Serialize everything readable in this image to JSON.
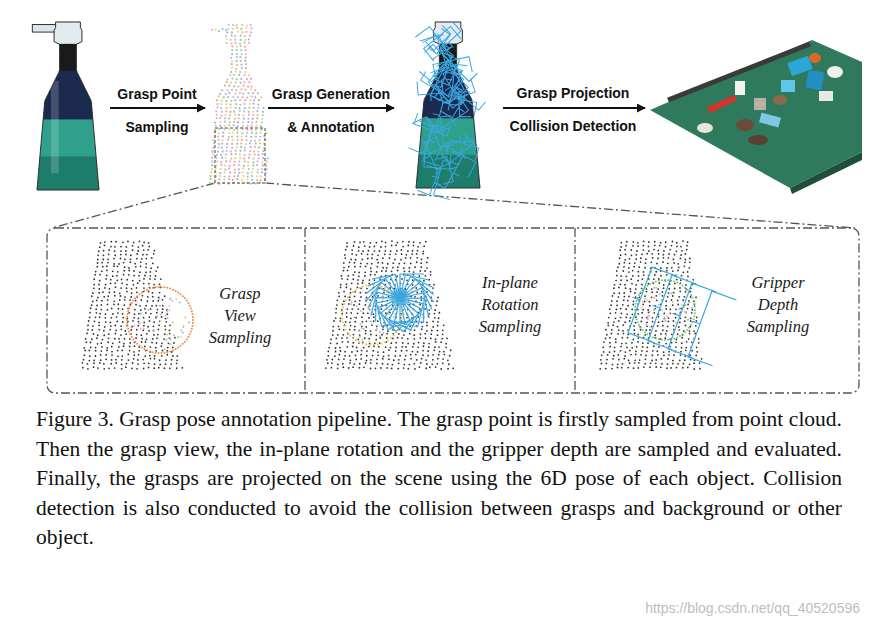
{
  "diagram": {
    "caption": "Figure 3. Grasp pose annotation pipeline. The grasp point is firstly sampled from point cloud. Then the grasp view, the in-plane rotation and the gripper depth are sampled and evaluated. Finally, the grasps are projected on the scene using the 6D pose of each object. Collision detection is also conducted to avoid the collision between grasps and background or other object.",
    "nodes": [
      {
        "text": [
          "Grasp View Sampling"
        ]
      },
      {
        "text": [
          "In-plane Rotation Sampling"
        ]
      },
      {
        "text": [
          "Gripper Depth Sampling"
        ]
      }
    ],
    "labels": [
      "Grasp Point",
      "Sampling",
      "Grasp Generation",
      "& Annotation",
      "Grasp Projection",
      "Collision Detection",
      "https://blog.csdn.net/qq_40520596"
    ]
  }
}
